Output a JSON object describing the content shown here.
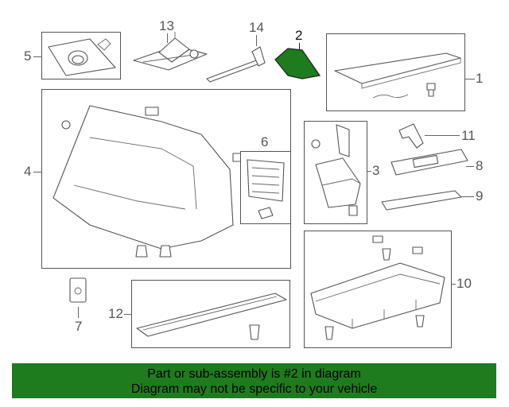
{
  "callouts": {
    "c1": "1",
    "c2": "2",
    "c3": "3",
    "c4": "4",
    "c5": "5",
    "c6": "6",
    "c7": "7",
    "c8": "8",
    "c9": "9",
    "c10": "10",
    "c11": "11",
    "c12": "12",
    "c13": "13",
    "c14": "14"
  },
  "highlighted_part": "2",
  "colors": {
    "highlight": "#1e7b1e",
    "banner": "#1e7b1e",
    "line": "#555555"
  },
  "banner": {
    "line1": "Part or sub-assembly is #2 in diagram",
    "line2": "Diagram may not be specific to your vehicle"
  }
}
